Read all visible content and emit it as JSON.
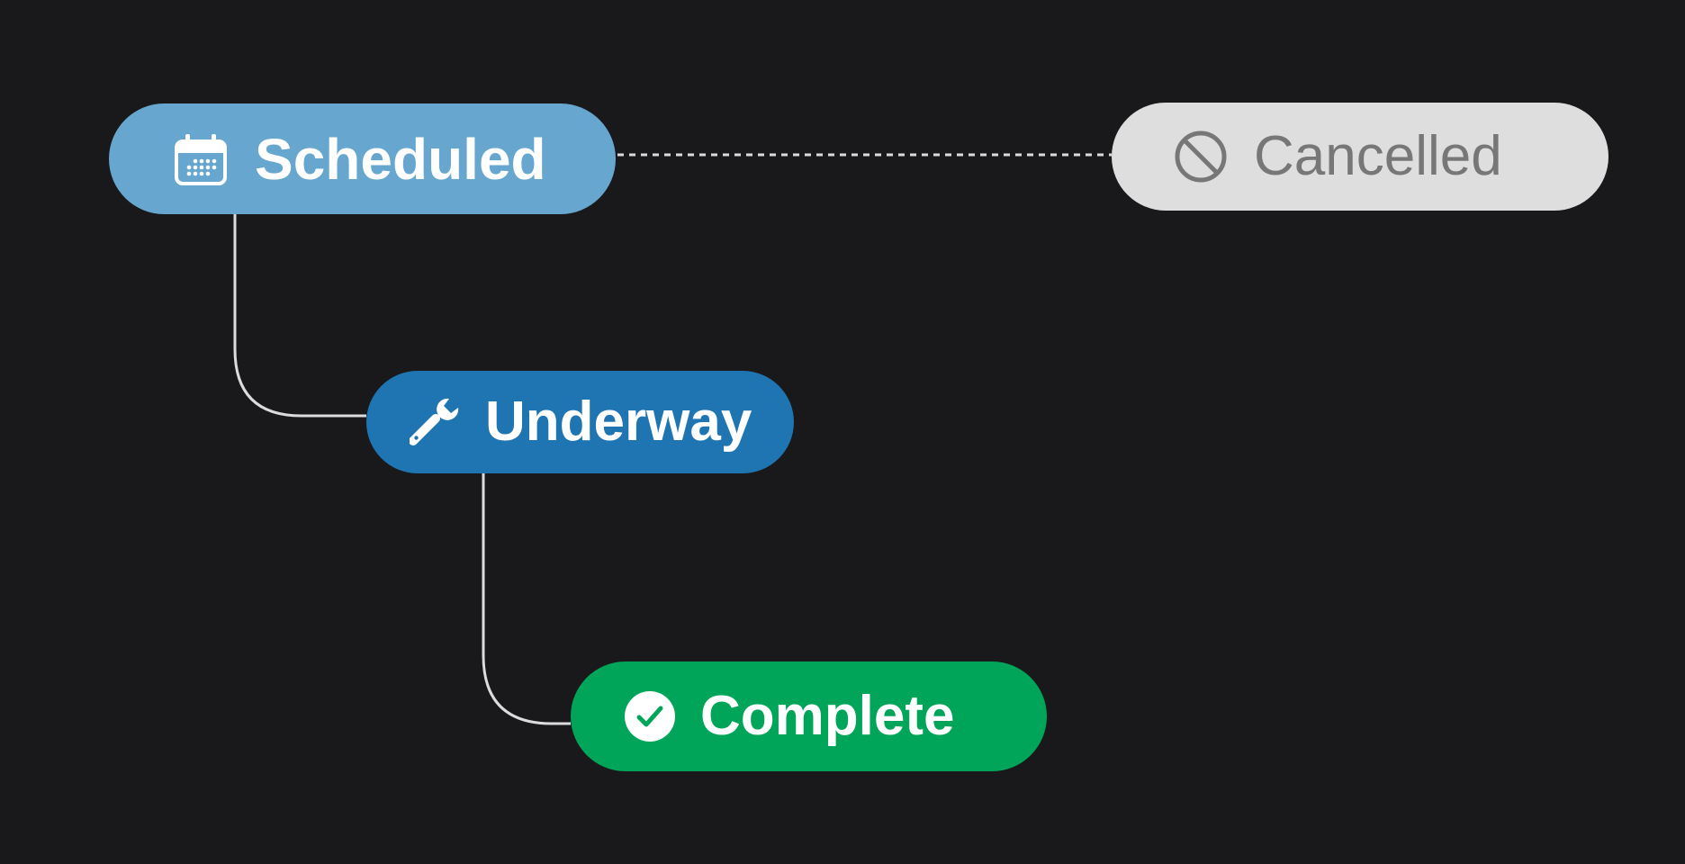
{
  "colors": {
    "background": "#19191b",
    "connector": "#dcdcdc",
    "scheduled_fill": "#67a7cf",
    "underway_fill": "#1f74b2",
    "complete_fill": "#00a55a",
    "cancelled_fill": "#dedede",
    "active_text": "#ffffff",
    "cancelled_text": "#777777"
  },
  "nodes": {
    "scheduled": {
      "label": "Scheduled",
      "icon": "calendar-icon"
    },
    "underway": {
      "label": "Underway",
      "icon": "wrench-icon"
    },
    "complete": {
      "label": "Complete",
      "icon": "check-circle-icon"
    },
    "cancelled": {
      "label": "Cancelled",
      "icon": "prohibited-icon"
    }
  },
  "edges": [
    {
      "from": "scheduled",
      "to": "underway",
      "style": "solid"
    },
    {
      "from": "underway",
      "to": "complete",
      "style": "solid"
    },
    {
      "from": "scheduled",
      "to": "cancelled",
      "style": "dotted"
    }
  ]
}
